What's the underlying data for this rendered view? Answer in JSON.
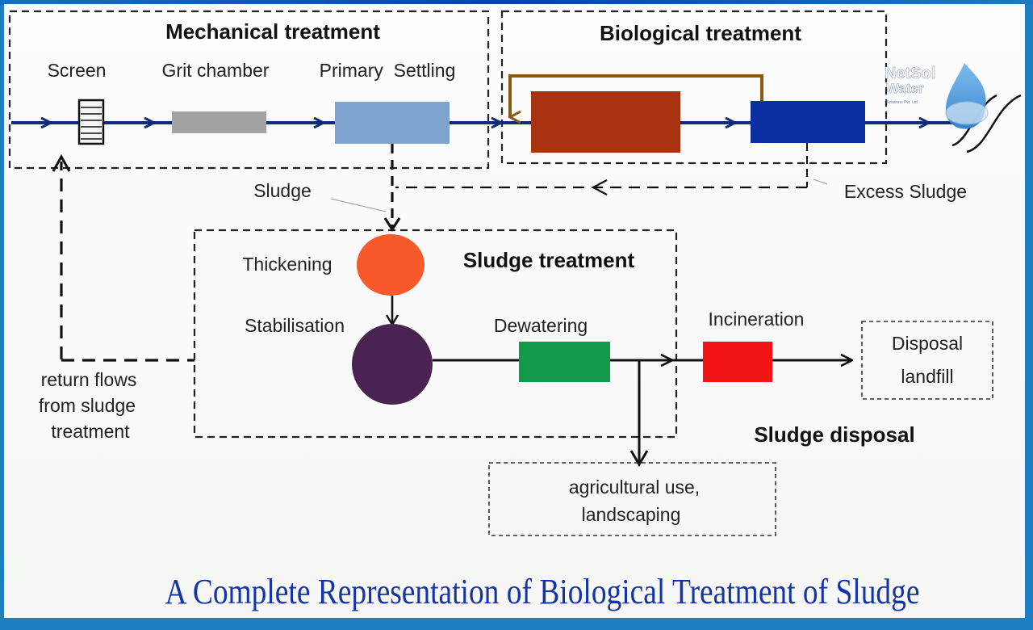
{
  "sections": {
    "mechanical": "Mechanical treatment",
    "biological": "Biological treatment",
    "sludge_treatment": "Sludge treatment",
    "sludge_disposal": "Sludge disposal"
  },
  "mechanical_steps": {
    "screen": "Screen",
    "grit_chamber": "Grit chamber",
    "primary_settling": "Primary  Settling"
  },
  "flow_labels": {
    "sludge": "Sludge",
    "excess_sludge": "Excess Sludge",
    "return_flows_line1": "return flows",
    "return_flows_line2": "from sludge",
    "return_flows_line3": "treatment"
  },
  "sludge_steps": {
    "thickening": "Thickening",
    "stabilisation": "Stabilisation",
    "dewatering": "Dewatering",
    "incineration": "Incineration"
  },
  "destinations": {
    "landfill_line1": "Disposal",
    "landfill_line2": "landfill",
    "agri_line1": "agricultural use,",
    "agri_line2": "landscaping"
  },
  "logo": {
    "line1": "NetSol",
    "line2": "Water",
    "line3": "Solutions Pvt. Ltd."
  },
  "caption": "A Complete Representation of Biological Treatment of Sludge",
  "colors": {
    "main_flow": "#0f2a78",
    "grit": "#a3a3a3",
    "primary_settling": "#7ea3cf",
    "aeration": "#a83310",
    "clarifier": "#0b2fa0",
    "recycle": "#8a5a12",
    "thickening": "#f65a2a",
    "stabilisation": "#4a2450",
    "dewatering": "#129a4c",
    "incineration": "#f21414",
    "caption": "#1334a8",
    "border": "#1e7fc0"
  }
}
